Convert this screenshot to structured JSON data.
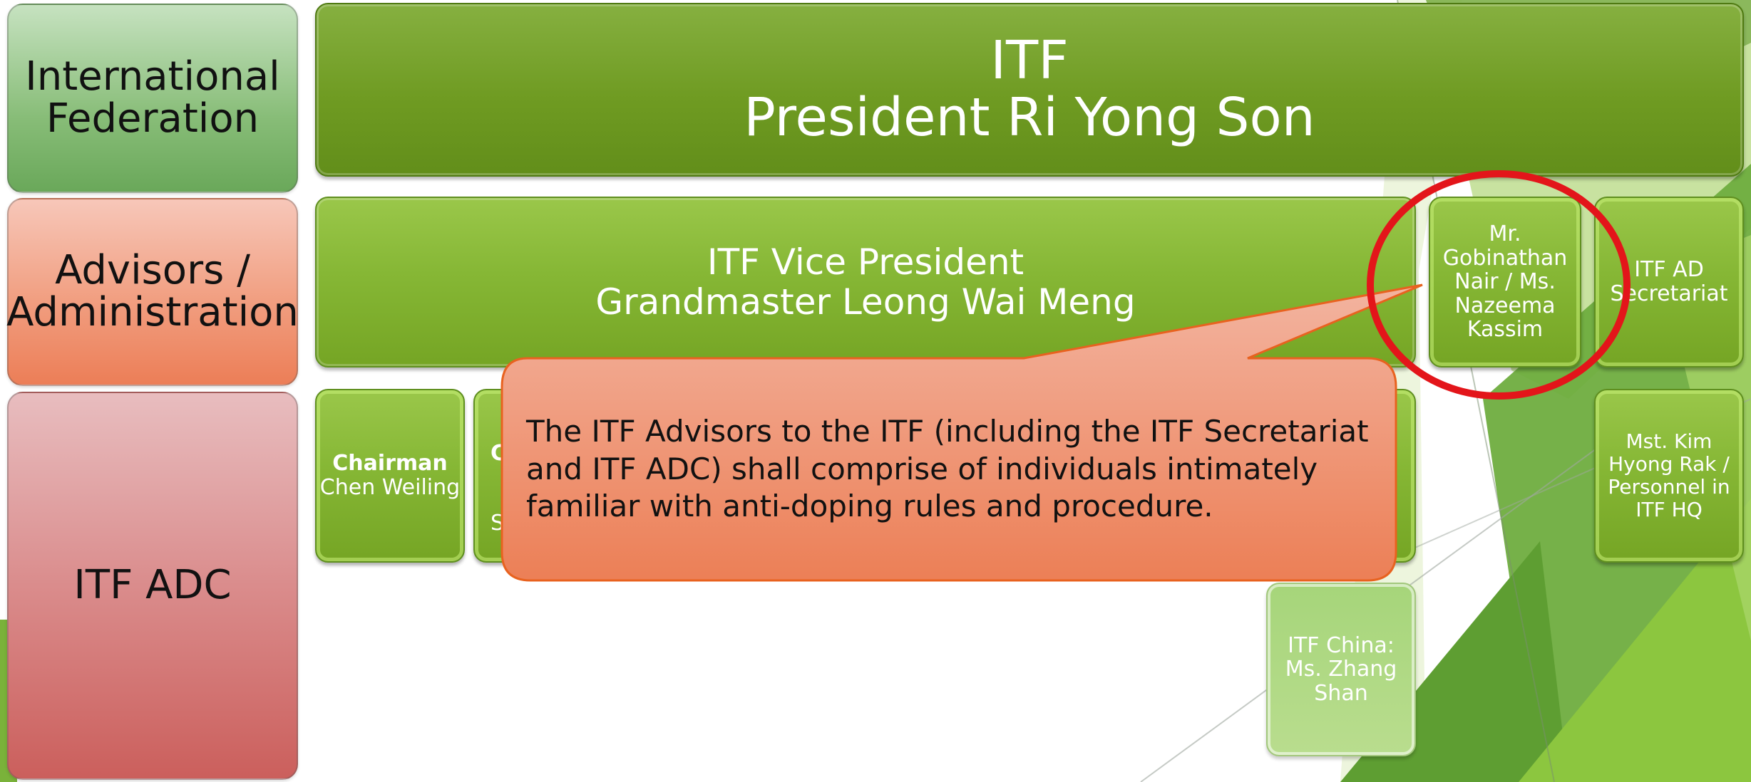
{
  "categories": {
    "international": "International\nFederation",
    "advisors": "Advisors /\nAdministration",
    "adc": "ITF ADC"
  },
  "top_box": {
    "line1": "ITF",
    "line2": "President Ri Yong Son"
  },
  "vice_box": {
    "line1": "ITF Vice President",
    "line2": "Grandmaster Leong Wai Meng"
  },
  "advisor_box": {
    "text": "Mr. Gobinathan Nair / Ms. Nazeema Kassim"
  },
  "secretariat_box": {
    "text": "ITF AD Secretariat"
  },
  "chairman_box": {
    "title": "Chairman",
    "name": "Chen Weiling"
  },
  "partial_box": {
    "letter1": "C",
    "letter2": "S"
  },
  "hq_box": {
    "text": "Mst. Kim Hyong Rak / Personnel in ITF HQ"
  },
  "china_box": {
    "text": "ITF China: Ms. Zhang Shan"
  },
  "callout": {
    "text": "The ITF Advisors to the ITF (including the ITF Secretariat and ITF ADC) shall comprise of individuals intimately familiar with anti-doping rules and procedure."
  },
  "colors": {
    "callout_fill_top": "#f3b4a0",
    "callout_fill_bottom": "#ec7f56",
    "highlight_ring": "#e3151a",
    "accent_green": "#7aab2a"
  }
}
